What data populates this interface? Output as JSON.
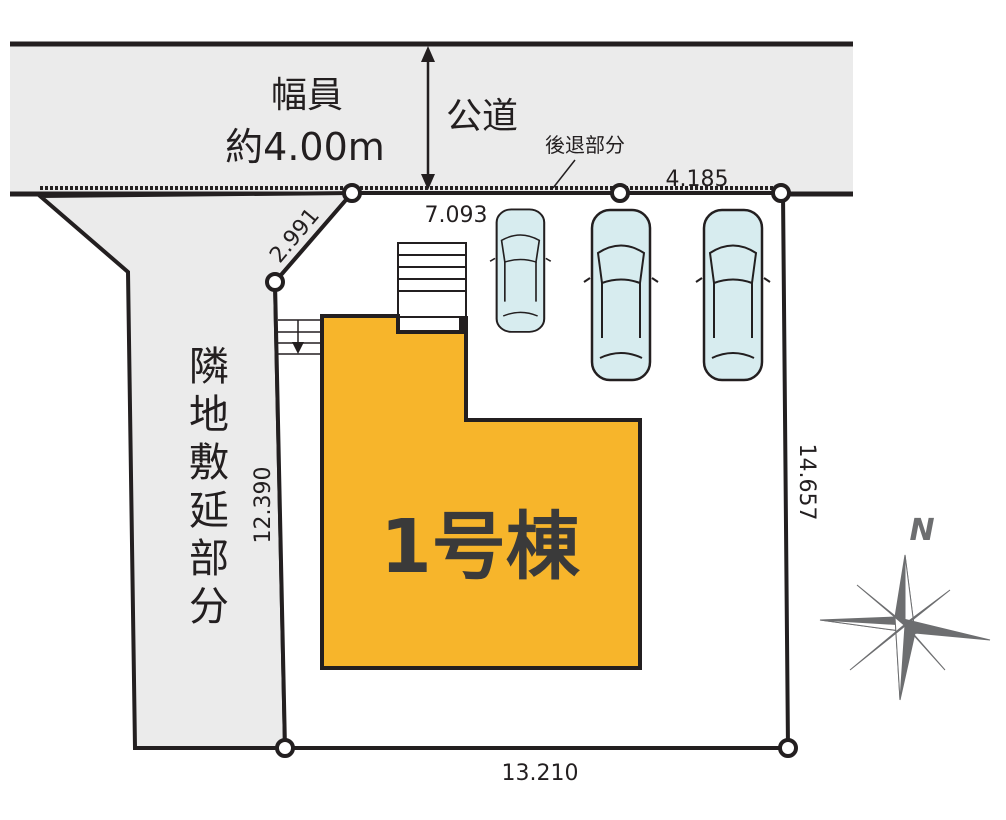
{
  "road": {
    "width_label": "幅員",
    "width_value": "約4.00m",
    "name": "公道",
    "setback_label": "後退部分"
  },
  "neighbor_strip_label": "隣地敷延部分",
  "building": {
    "label": "1号棟",
    "fill_color": "#f7b52b"
  },
  "dimensions": {
    "top_left": "7.093",
    "top_right": "4.185",
    "corner_cut": "2.991",
    "left": "12.390",
    "right": "14.657",
    "bottom": "13.210"
  },
  "compass": {
    "label": "N"
  },
  "parking": {
    "car_count": 3
  }
}
